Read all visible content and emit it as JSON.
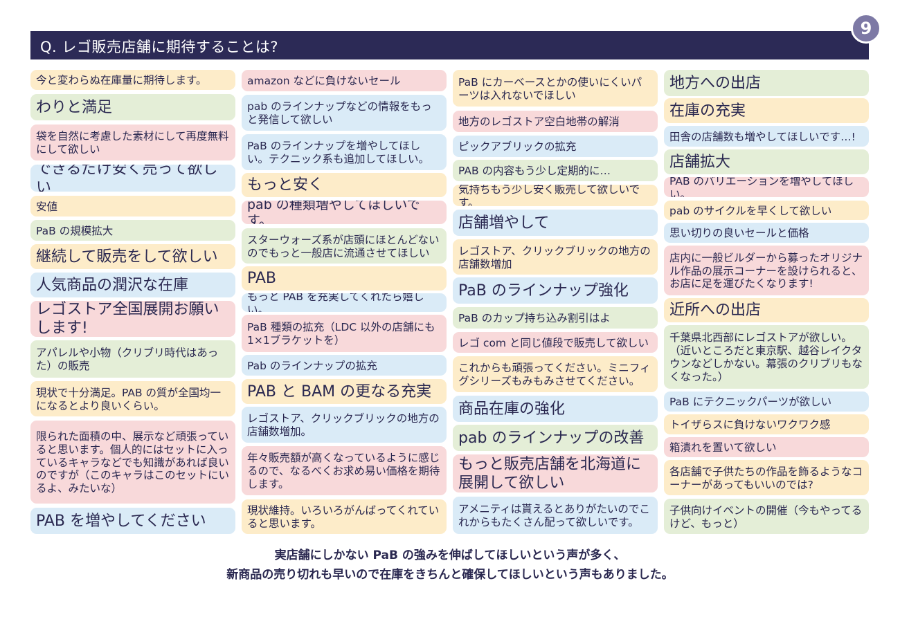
{
  "header": {
    "title": "Q. レゴ販売店舗に期待することは?",
    "page_number": "9"
  },
  "palette": {
    "yellow": "#fdecc9",
    "green": "#e4eed7",
    "pink": "#f8d9da",
    "blue": "#daebf7",
    "header": "#2c2a56",
    "badge": "#7d79a5",
    "text": "#2a2850"
  },
  "columns": [
    [
      {
        "text": "今と変わらぬ在庫量に期待します。",
        "color": "yellow"
      },
      {
        "text": "わりと満足",
        "color": "green"
      },
      {
        "text": "袋を自然に考慮した素材にして再度無料にして欲しい",
        "color": "pink"
      },
      {
        "text": "できるだけ安く売って欲しい",
        "color": "blue"
      },
      {
        "text": "安値",
        "color": "yellow"
      },
      {
        "text": "PaB の規模拡大",
        "color": "green"
      },
      {
        "text": "継続して販売をして欲しい",
        "color": "yellow"
      },
      {
        "text": "人気商品の潤沢な在庫",
        "color": "blue"
      },
      {
        "text": "レゴストア全国展開お願いします!",
        "color": "pink"
      },
      {
        "text": "アパレルや小物（クリブリ時代はあった）の販売",
        "color": "green"
      },
      {
        "text": "現状で十分満足。PAB の質が全国均一になるとより良いくらい。",
        "color": "yellow"
      },
      {
        "text": "限られた面積の中、展示など頑張っていると思います。個人的にはセットに入っているキャラなどでも知識があれば良いのですが（このキャラはこのセットにいるよ、みたいな）",
        "color": "pink"
      },
      {
        "text": "PAB を増やしてください",
        "color": "blue"
      }
    ],
    [
      {
        "text": "amazon などに負けないセール",
        "color": "pink"
      },
      {
        "text": "pab のラインナップなどの情報をもっと発信して欲しい",
        "color": "blue"
      },
      {
        "text": "PaB のラインナップを増やしてほしい。テクニック系も追加してほしい。",
        "color": "blue"
      },
      {
        "text": "もっと安く",
        "color": "yellow"
      },
      {
        "text": "pab の種類増やしてほしいです。",
        "color": "pink"
      },
      {
        "text": "スターウォーズ系が店頭にほとんどないのでもっと一般店に流通させてほしい",
        "color": "green"
      },
      {
        "text": "PAB",
        "color": "yellow"
      },
      {
        "text": "もっと PAB を充実してくれたら嬉しい。",
        "color": "blue"
      },
      {
        "text": "PaB 種類の拡充（LDC 以外の店舗にも1×1ブラケットを）",
        "color": "pink"
      },
      {
        "text": "Pab のラインナップの拡充",
        "color": "blue"
      },
      {
        "text": "PAB と BAM の更なる充実",
        "color": "yellow"
      },
      {
        "text": "レゴストア、クリックブリックの地方の店舗数増加。",
        "color": "blue"
      },
      {
        "text": "年々販売額が高くなっているように感じるので、なるべくお求め易い価格を期待します。",
        "color": "pink"
      },
      {
        "text": "現状維持。いろいろがんばってくれていると思います。",
        "color": "yellow"
      }
    ],
    [
      {
        "text": "PaB にカーベースとかの使いにくいパーツは入れないでほしい",
        "color": "yellow"
      },
      {
        "text": "地方のレゴストア空白地帯の解消",
        "color": "pink"
      },
      {
        "text": "ピックアブリックの拡充",
        "color": "blue"
      },
      {
        "text": "PAB の内容もう少し定期的に…",
        "color": "green"
      },
      {
        "text": "気持ちもう少し安く販売して欲しいです。",
        "color": "yellow"
      },
      {
        "text": "店舗増やして",
        "color": "blue"
      },
      {
        "text": "レゴストア、クリックブリックの地方の店舗数増加",
        "color": "yellow"
      },
      {
        "text": "PaB のラインナップ強化",
        "color": "blue"
      },
      {
        "text": "PaB のカップ持ち込み割引はよ",
        "color": "green"
      },
      {
        "text": "レゴ com と同じ値段で販売して欲しい",
        "color": "pink"
      },
      {
        "text": "これからも頑張ってください。ミニフィグシリーズもみもみさせてください。",
        "color": "yellow"
      },
      {
        "text": "商品在庫の強化",
        "color": "blue"
      },
      {
        "text": "pab のラインナップの改善",
        "color": "green"
      },
      {
        "text": "もっと販売店舗を北海道に展開して欲しい",
        "color": "pink"
      },
      {
        "text": "アメニティは貰えるとありがたいのでこれからもたくさん配って欲しいです。",
        "color": "blue"
      }
    ],
    [
      {
        "text": "地方への出店",
        "color": "green"
      },
      {
        "text": "在庫の充実",
        "color": "yellow"
      },
      {
        "text": "田舎の店舗数も増やしてほしいです…!",
        "color": "blue"
      },
      {
        "text": "店舗拡大",
        "color": "green"
      },
      {
        "text": "PAB のバリエーションを増やしてほしい。",
        "color": "pink"
      },
      {
        "text": "pab のサイクルを早くして欲しい",
        "color": "yellow"
      },
      {
        "text": "思い切りの良いセールと価格",
        "color": "blue"
      },
      {
        "text": "店内に一般ビルダーから募ったオリジナル作品の展示コーナーを設けられると、お店に足を運びたくなります!",
        "color": "pink"
      },
      {
        "text": "近所への出店",
        "color": "yellow"
      },
      {
        "text": "千葉県北西部にレゴストアが欲しい。（近いところだと東京駅、越谷レイクタウンなどしかない。幕張のクリブリもなくなった。）",
        "color": "green"
      },
      {
        "text": "PaB にテクニックパーツが欲しい",
        "color": "blue"
      },
      {
        "text": "トイザらスに負けないワクワク感",
        "color": "yellow"
      },
      {
        "text": "箱潰れを置いて欲しい",
        "color": "pink"
      },
      {
        "text": "各店舗で子供たちの作品を飾るようなコーナーがあってもいいのでは?",
        "color": "yellow"
      },
      {
        "text": "子供向けイベントの開催（今もやってるけど、もっと）",
        "color": "green"
      }
    ]
  ],
  "footer": {
    "line1": "実店舗にしかない PaB の強みを伸ばしてほしいという声が多く、",
    "line2": "新商品の売り切れも早いので在庫をきちんと確保してほしいという声もありました。"
  }
}
